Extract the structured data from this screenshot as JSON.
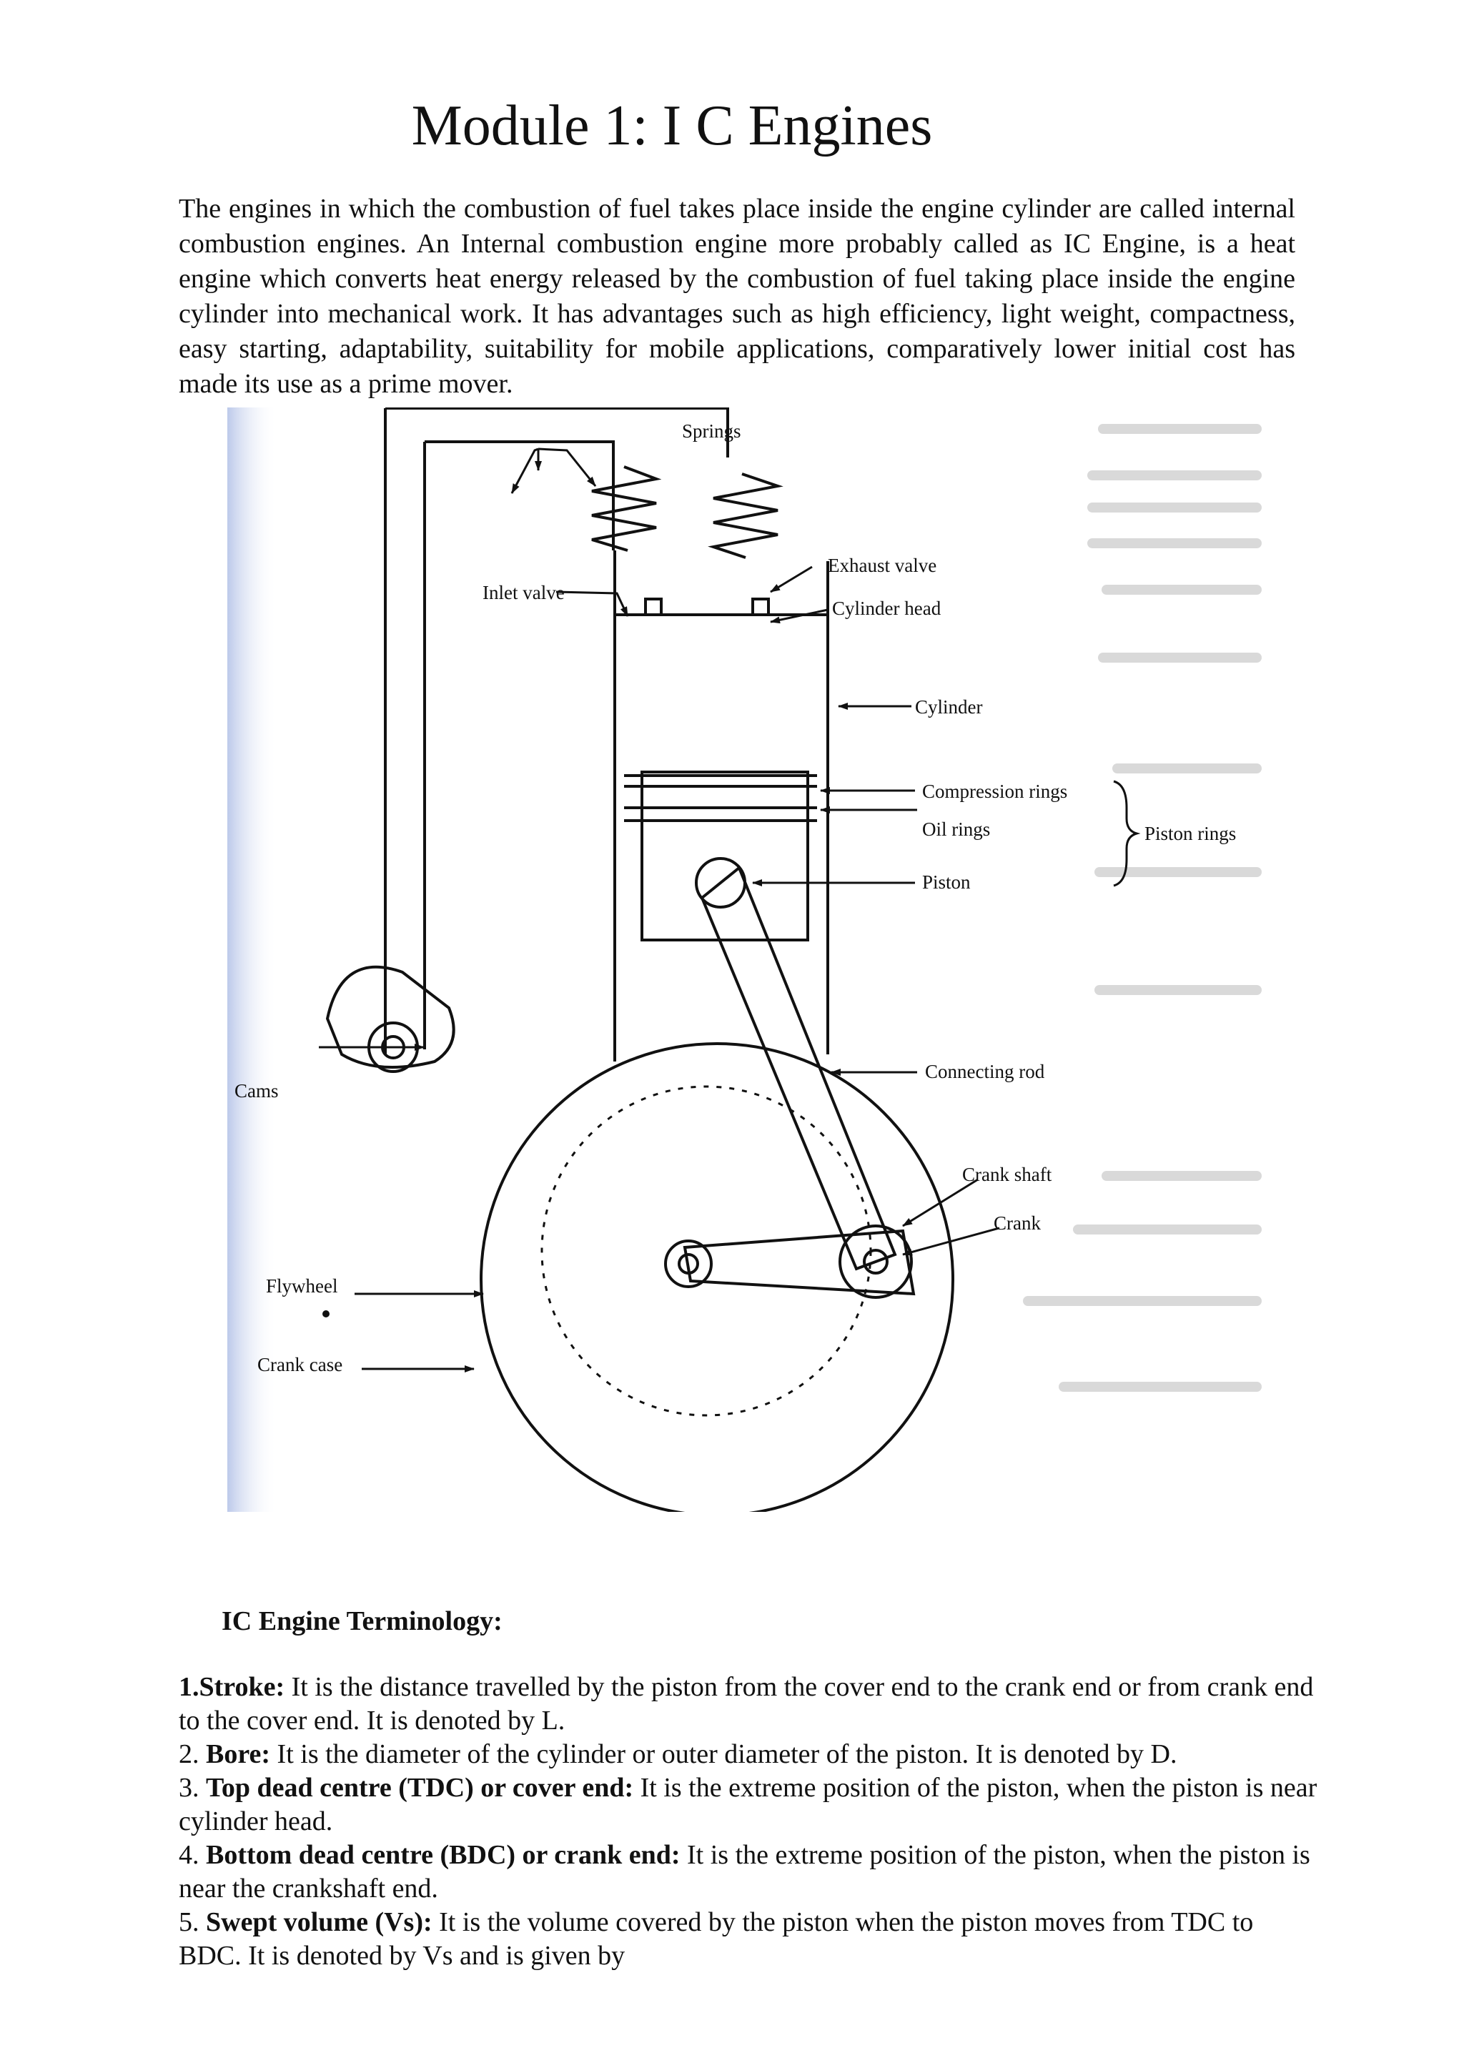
{
  "document": {
    "title": "Module 1: I C Engines",
    "intro": "The engines in which the combustion of fuel takes place inside the engine cylinder are called internal combustion engines. An Internal combustion engine more probably called as IC Engine, is a heat engine which converts heat energy released by the combustion of fuel taking place inside the engine cylinder into mechanical work. It has advantages such as high efficiency, light weight, compactness, easy starting, adaptability, suitability for mobile applications, comparatively lower initial cost has made its use as a prime mover."
  },
  "figure": {
    "labels": {
      "springs": "Springs",
      "exhaust_valve": "Exhaust valve",
      "inlet_valve": "Inlet valve",
      "cylinder_head": "Cylinder head",
      "cylinder": "Cylinder",
      "compression_rings": "Compression rings",
      "oil_rings": "Oil rings",
      "piston_rings": "Piston rings",
      "piston": "Piston",
      "cams": "Cams",
      "connecting_rod": "Connecting rod",
      "crank_shaft": "Crank shaft",
      "crank": "Crank",
      "flywheel": "Flywheel",
      "crank_case": "Crank case"
    }
  },
  "terminology": {
    "heading": "IC Engine Terminology:",
    "items": [
      {
        "num": "1.",
        "term": "Stroke:",
        "text": " It is the distance travelled by the piston from the cover end to the crank end or from crank end to the cover end. It is denoted by L."
      },
      {
        "num": "2. ",
        "term": "Bore:",
        "text": " It is the diameter of the cylinder or outer diameter of the piston. It is denoted by D."
      },
      {
        "num": "3. ",
        "term": "Top dead centre (TDC) or cover end:",
        "text": " It is the extreme position of the piston, when the piston is near cylinder head."
      },
      {
        "num": "4. ",
        "term": "Bottom dead centre (BDC) or crank end:",
        "text": " It is the extreme position of the piston, when the piston is near the crankshaft end."
      },
      {
        "num": "5. ",
        "term": "Swept volume (Vs):",
        "text": " It is the volume covered by the piston when the piston moves from TDC to BDC. It is denoted by Vs and is given by"
      }
    ]
  }
}
